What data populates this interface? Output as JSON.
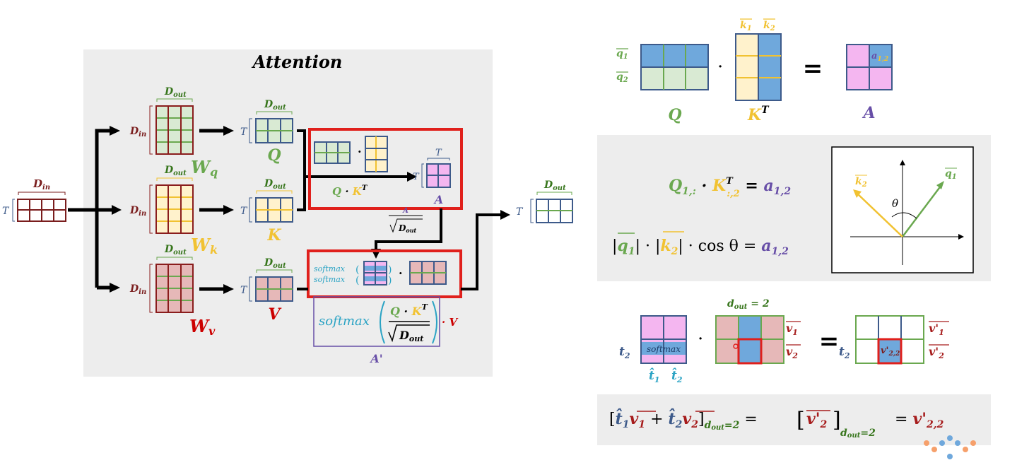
{
  "labels": {
    "title": "Attention",
    "d_in": "D",
    "d_in_sub": "in",
    "d_out": "D",
    "d_out_sub": "out",
    "T": "T",
    "W": "W",
    "sub_q": "q",
    "sub_k": "k",
    "sub_v": "v",
    "Q": "Q",
    "K": "K",
    "V": "V",
    "A": "A",
    "dot": "·",
    "T_sup": "T",
    "softmax": "softmax",
    "sqrt_denominator": "D",
    "sqrt_den_sub": "out",
    "A_prime": "A'",
    "formula_dot_V": "· V"
  },
  "right": {
    "q1": "q",
    "q2": "q",
    "k1": "k",
    "k2": "k",
    "sub1": "1",
    "sub2": "2",
    "equals": "=",
    "a12": "a",
    "a12_sub": "1,2",
    "Q": "Q",
    "K": "K",
    "A": "A",
    "T_sup": "T",
    "row1_lhs_Q_sub": "1,:",
    "row1_lhs_K_sub": ":,2",
    "row1_rhs_sub": "1,2",
    "cos_text": "· cos θ =",
    "theta": "θ",
    "d_out_eq": "d",
    "d_out_eq_sub": "out",
    "d_out_eq_val": "= 2",
    "t2": "t",
    "t_hat": "t̂",
    "v": "v",
    "v_prime": "v'",
    "v_prime_sub": "2,2",
    "bottom_sub": "d",
    "bottom_sub2": "out",
    "bottom_eq2": "=2",
    "plus": "+"
  },
  "colors": {
    "green": "#6aa84f",
    "yellow": "#f1c232",
    "red_grid": "#a61c1c",
    "blue_grid": "#3d5a8a",
    "purple": "#674ea7",
    "pink": "#f4b6f0",
    "highlight_red": "#e0201c",
    "cyan": "#2aa3c4",
    "panel_gray": "#ededed"
  }
}
